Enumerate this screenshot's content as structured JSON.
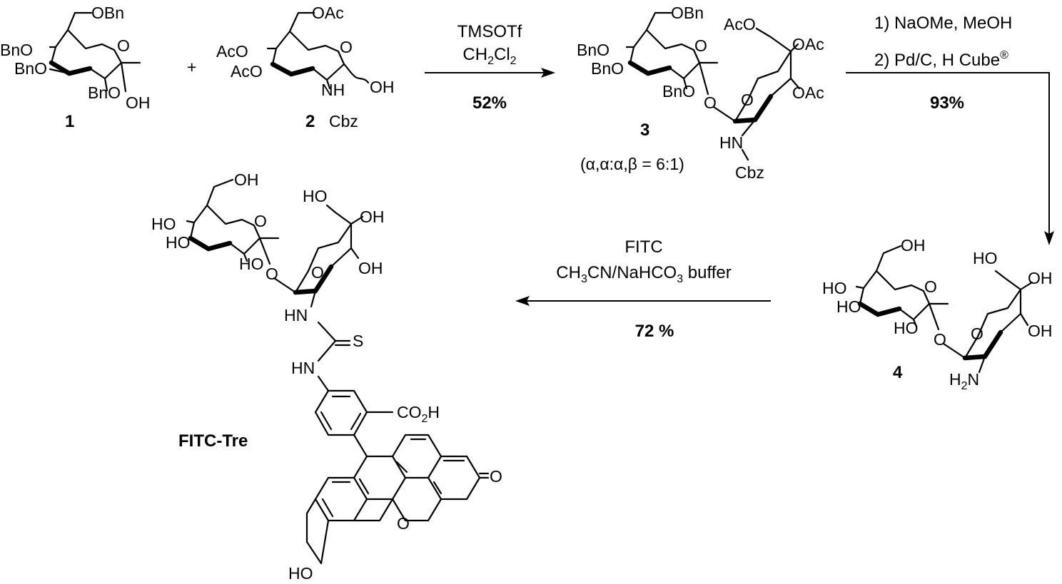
{
  "compounds": {
    "c1": {
      "number": "1",
      "labels": {
        "obn6": "OBn",
        "bno4": "BnO",
        "bno3": "BnO",
        "bno2": "BnO",
        "o_ring": "O",
        "oh": "OH"
      }
    },
    "c2": {
      "number": "2",
      "labels": {
        "oac6": "OAc",
        "aco4": "AcO",
        "aco3": "AcO",
        "o_ring": "O",
        "oh": "OH",
        "nh": "NH",
        "cbz": "Cbz"
      }
    },
    "c3": {
      "number": "3",
      "ratio": "(α,α:α,β = 6:1)",
      "labels": {
        "obn6": "OBn",
        "bno4": "BnO",
        "bno3": "BnO",
        "bno2": "BnO",
        "o_ring": "O",
        "o_link": "O",
        "aco6": "AcO",
        "oac4": "OAc",
        "oac3": "OAc",
        "o_ring2": "O",
        "hn": "HN",
        "cbz": "Cbz"
      }
    },
    "c4": {
      "number": "4",
      "labels": {
        "oh6": "OH",
        "ho4": "HO",
        "ho3": "HO",
        "ho2": "HO",
        "o_ring": "O",
        "o_link": "O",
        "ho6b": "HO",
        "oh4b": "OH",
        "oh3b": "OH",
        "o_ring2": "O",
        "h2n_h": "H",
        "h2n_sub": "2",
        "h2n_n": "N"
      }
    },
    "fitc": {
      "name": "FITC-Tre",
      "labels": {
        "oh6": "OH",
        "ho4": "HO",
        "ho3": "HO",
        "ho2": "HO",
        "o_ring": "O",
        "o_link": "O",
        "ho6b": "HO",
        "oh4b": "OH",
        "oh3b": "OH",
        "o_ring2": "O",
        "hn1": "HN",
        "s": "S",
        "hn2": "HN",
        "co2h_a": "CO",
        "co2h_sub": "2",
        "co2h_b": "H",
        "ketone_o": "O",
        "xanthene_o": "O",
        "ho_ph": "HO"
      }
    }
  },
  "reactions": {
    "step1": {
      "plus": "+",
      "reagent": "TMSOTf",
      "solvent_a": "CH",
      "solvent_sub1": "2",
      "solvent_b": "Cl",
      "solvent_sub2": "2",
      "yield": "52%"
    },
    "step2": {
      "line1": "1) NaOMe, MeOH",
      "line2": "2) Pd/C, H Cube",
      "reg": "®",
      "yield": "93%"
    },
    "step3": {
      "reagent": "FITC",
      "solvent_a": "CH",
      "solvent_sub1": "3",
      "solvent_b": "CN/NaHCO",
      "solvent_sub2": "3",
      "solvent_c": " buffer",
      "yield": "72 %"
    }
  }
}
